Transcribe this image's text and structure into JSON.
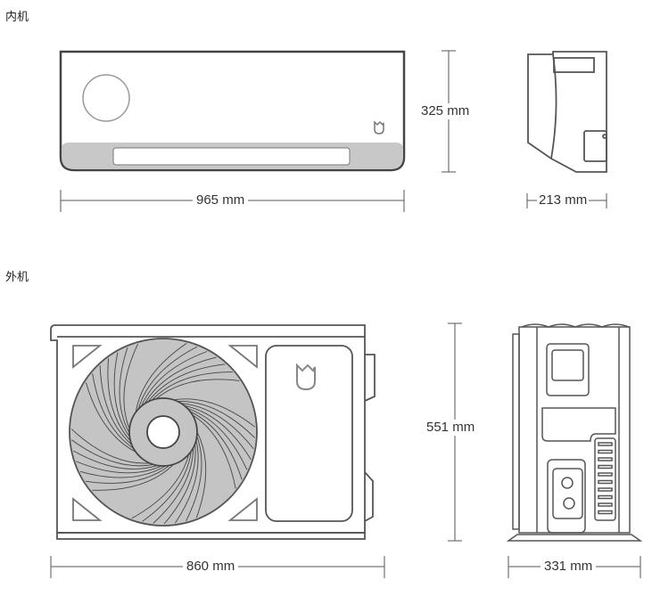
{
  "sections": {
    "indoor": {
      "title": "内机",
      "width": "965 mm",
      "height": "325 mm",
      "depth": "213 mm"
    },
    "outdoor": {
      "title": "外机",
      "width": "860 mm",
      "height": "551 mm",
      "depth": "331 mm"
    }
  },
  "colors": {
    "line": "#555555",
    "panel": "#c8c8c8",
    "fan": "#bdbdbd"
  }
}
